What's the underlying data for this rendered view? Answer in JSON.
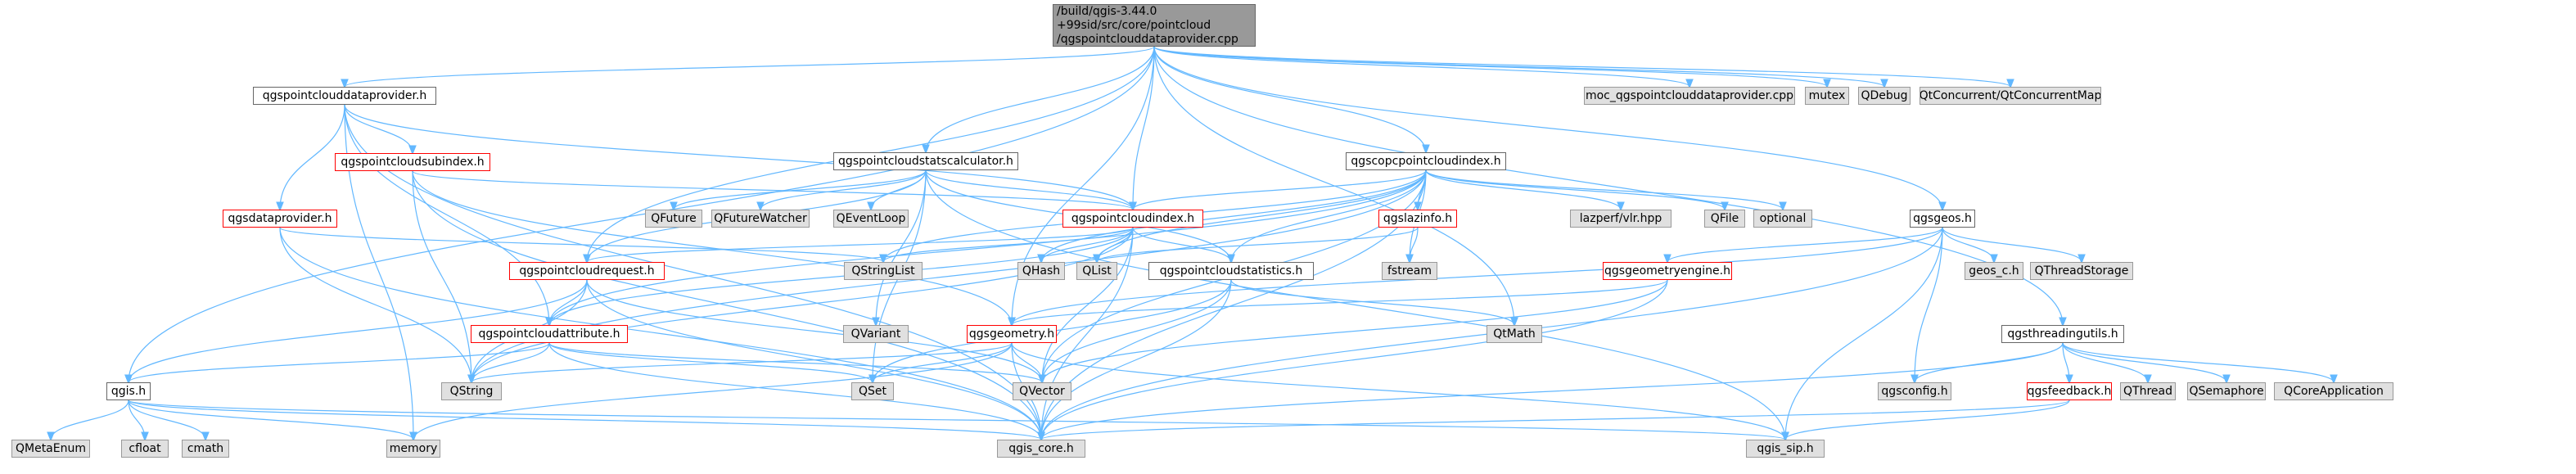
{
  "diagram": {
    "colors": {
      "edge": "#63b8ff",
      "root_fill": "#999999",
      "node_border": "#666666",
      "missing_border": "#ff0000",
      "external_fill": "#e0e0e0",
      "external_border": "#999999"
    },
    "nodes": [
      {
        "id": "root",
        "label": "/build/qgis-3.44.0\n+99sid/src/core/pointcloud\n/qgspointclouddataprovider.cpp",
        "kind": "root"
      },
      {
        "id": "pcdp",
        "label": "qgspointclouddataprovider.h",
        "kind": "std"
      },
      {
        "id": "pcsub",
        "label": "qgspointcloudsubindex.h",
        "kind": "red"
      },
      {
        "id": "dp",
        "label": "qgsdataprovider.h",
        "kind": "red"
      },
      {
        "id": "pcstatscalc",
        "label": "qgspointcloudstatscalculator.h",
        "kind": "std"
      },
      {
        "id": "copc",
        "label": "qgscopcpointcloudindex.h",
        "kind": "std"
      },
      {
        "id": "pcindex",
        "label": "qgspointcloudindex.h",
        "kind": "red"
      },
      {
        "id": "lazinfo",
        "label": "qgslazinfo.h",
        "kind": "red"
      },
      {
        "id": "pcrequest",
        "label": "qgspointcloudrequest.h",
        "kind": "red"
      },
      {
        "id": "pcstats",
        "label": "qgspointcloudstatistics.h",
        "kind": "std"
      },
      {
        "id": "pcattr",
        "label": "qgspointcloudattribute.h",
        "kind": "red"
      },
      {
        "id": "geometry",
        "label": "qgsgeometry.h",
        "kind": "red"
      },
      {
        "id": "qgis",
        "label": "qgis.h",
        "kind": "std"
      },
      {
        "id": "geos",
        "label": "qgsgeos.h",
        "kind": "std"
      },
      {
        "id": "geomengine",
        "label": "qgsgeometryengine.h",
        "kind": "red"
      },
      {
        "id": "threading",
        "label": "qgsthreadingutils.h",
        "kind": "std"
      },
      {
        "id": "feedback",
        "label": "qgsfeedback.h",
        "kind": "red"
      },
      {
        "id": "moc",
        "label": "moc_qgspointclouddataprovider.cpp",
        "kind": "ext"
      },
      {
        "id": "mutex",
        "label": "mutex",
        "kind": "ext"
      },
      {
        "id": "qdebug",
        "label": "QDebug",
        "kind": "ext"
      },
      {
        "id": "qtconc",
        "label": "QtConcurrent/QtConcurrentMap",
        "kind": "ext"
      },
      {
        "id": "qfuture",
        "label": "QFuture",
        "kind": "ext"
      },
      {
        "id": "qfuturewatcher",
        "label": "QFutureWatcher",
        "kind": "ext"
      },
      {
        "id": "qeventloop",
        "label": "QEventLoop",
        "kind": "ext"
      },
      {
        "id": "lazperf",
        "label": "lazperf/vlr.hpp",
        "kind": "ext"
      },
      {
        "id": "qfile",
        "label": "QFile",
        "kind": "ext"
      },
      {
        "id": "optional",
        "label": "optional",
        "kind": "ext"
      },
      {
        "id": "qstringlist",
        "label": "QStringList",
        "kind": "ext"
      },
      {
        "id": "qhash",
        "label": "QHash",
        "kind": "ext"
      },
      {
        "id": "qlist",
        "label": "QList",
        "kind": "ext"
      },
      {
        "id": "fstream",
        "label": "fstream",
        "kind": "ext"
      },
      {
        "id": "qvariant",
        "label": "QVariant",
        "kind": "ext"
      },
      {
        "id": "qtmath",
        "label": "QtMath",
        "kind": "ext"
      },
      {
        "id": "geosc",
        "label": "geos_c.h",
        "kind": "ext"
      },
      {
        "id": "qthreadstorage",
        "label": "QThreadStorage",
        "kind": "ext"
      },
      {
        "id": "qstring",
        "label": "QString",
        "kind": "ext"
      },
      {
        "id": "qset",
        "label": "QSet",
        "kind": "ext"
      },
      {
        "id": "qvector",
        "label": "QVector",
        "kind": "ext"
      },
      {
        "id": "qgsconfig",
        "label": "qgsconfig.h",
        "kind": "ext"
      },
      {
        "id": "qthread",
        "label": "QThread",
        "kind": "ext"
      },
      {
        "id": "qsemaphore",
        "label": "QSemaphore",
        "kind": "ext"
      },
      {
        "id": "qcoreapp",
        "label": "QCoreApplication",
        "kind": "ext"
      },
      {
        "id": "qmetaenum",
        "label": "QMetaEnum",
        "kind": "ext"
      },
      {
        "id": "cfloat",
        "label": "cfloat",
        "kind": "ext"
      },
      {
        "id": "cmath",
        "label": "cmath",
        "kind": "ext"
      },
      {
        "id": "memory",
        "label": "memory",
        "kind": "ext"
      },
      {
        "id": "qgiscore",
        "label": "qgis_core.h",
        "kind": "ext"
      },
      {
        "id": "qgissip",
        "label": "qgis_sip.h",
        "kind": "ext"
      }
    ],
    "edges": [
      [
        "root",
        "pcdp"
      ],
      [
        "root",
        "moc"
      ],
      [
        "root",
        "mutex"
      ],
      [
        "root",
        "qdebug"
      ],
      [
        "root",
        "qtconc"
      ],
      [
        "root",
        "pcstatscalc"
      ],
      [
        "root",
        "copc"
      ],
      [
        "root",
        "pcindex"
      ],
      [
        "root",
        "pcrequest"
      ],
      [
        "root",
        "geometry"
      ],
      [
        "root",
        "qgis"
      ],
      [
        "root",
        "geos"
      ],
      [
        "root",
        "threading"
      ],
      [
        "root",
        "qtmath"
      ],
      [
        "pcdp",
        "pcsub"
      ],
      [
        "pcdp",
        "dp"
      ],
      [
        "pcdp",
        "pcindex"
      ],
      [
        "pcdp",
        "pcattr"
      ],
      [
        "pcdp",
        "qgiscore"
      ],
      [
        "pcdp",
        "memory"
      ],
      [
        "pcsub",
        "pcindex"
      ],
      [
        "pcsub",
        "geometry"
      ],
      [
        "pcsub",
        "qstring"
      ],
      [
        "pcsub",
        "qgiscore"
      ],
      [
        "dp",
        "qstringlist"
      ],
      [
        "dp",
        "qstring"
      ],
      [
        "dp",
        "qgiscore"
      ],
      [
        "pcstatscalc",
        "pcindex"
      ],
      [
        "pcstatscalc",
        "pcrequest"
      ],
      [
        "pcstatscalc",
        "pcstats"
      ],
      [
        "pcstatscalc",
        "qfuture"
      ],
      [
        "pcstatscalc",
        "qfuturewatcher"
      ],
      [
        "pcstatscalc",
        "qeventloop"
      ],
      [
        "pcstatscalc",
        "qvariant"
      ],
      [
        "pcstatscalc",
        "qset"
      ],
      [
        "pcstatscalc",
        "qgissip"
      ],
      [
        "copc",
        "pcindex"
      ],
      [
        "copc",
        "lazinfo"
      ],
      [
        "copc",
        "pcstats"
      ],
      [
        "copc",
        "lazperf"
      ],
      [
        "copc",
        "qfile"
      ],
      [
        "copc",
        "optional"
      ],
      [
        "copc",
        "qstringlist"
      ],
      [
        "copc",
        "qhash"
      ],
      [
        "copc",
        "qlist"
      ],
      [
        "copc",
        "fstream"
      ],
      [
        "copc",
        "qvector"
      ],
      [
        "copc",
        "qstring"
      ],
      [
        "copc",
        "qgiscore"
      ],
      [
        "copc",
        "pcattr"
      ],
      [
        "pcindex",
        "pcrequest"
      ],
      [
        "pcindex",
        "pcstats"
      ],
      [
        "pcindex",
        "pcattr"
      ],
      [
        "pcindex",
        "qstringlist"
      ],
      [
        "pcindex",
        "qhash"
      ],
      [
        "pcindex",
        "qlist"
      ],
      [
        "pcindex",
        "qvector"
      ],
      [
        "pcindex",
        "qstring"
      ],
      [
        "pcindex",
        "qgiscore"
      ],
      [
        "lazinfo",
        "fstream"
      ],
      [
        "lazinfo",
        "qlist"
      ],
      [
        "pcrequest",
        "pcattr"
      ],
      [
        "pcrequest",
        "qgis"
      ],
      [
        "pcrequest",
        "qstring"
      ],
      [
        "pcrequest",
        "qvector"
      ],
      [
        "pcrequest",
        "qgiscore"
      ],
      [
        "pcstats",
        "qvector"
      ],
      [
        "pcstats",
        "qset"
      ],
      [
        "pcstats",
        "qtmath"
      ],
      [
        "pcstats",
        "qgiscore"
      ],
      [
        "pcattr",
        "qgis"
      ],
      [
        "pcattr",
        "qstring"
      ],
      [
        "pcattr",
        "qset"
      ],
      [
        "pcattr",
        "qvector"
      ],
      [
        "pcattr",
        "qgiscore"
      ],
      [
        "geometry",
        "qset"
      ],
      [
        "geometry",
        "qvector"
      ],
      [
        "geometry",
        "qstring"
      ],
      [
        "geometry",
        "memory"
      ],
      [
        "geometry",
        "qgiscore"
      ],
      [
        "geometry",
        "qgissip"
      ],
      [
        "qgis",
        "qmetaenum"
      ],
      [
        "qgis",
        "cfloat"
      ],
      [
        "qgis",
        "cmath"
      ],
      [
        "qgis",
        "memory"
      ],
      [
        "qgis",
        "qgiscore"
      ],
      [
        "qgis",
        "qgissip"
      ],
      [
        "geos",
        "geomengine"
      ],
      [
        "geos",
        "geosc"
      ],
      [
        "geos",
        "qthreadstorage"
      ],
      [
        "geos",
        "qgsconfig"
      ],
      [
        "geos",
        "qgiscore"
      ],
      [
        "geos",
        "qgissip"
      ],
      [
        "geos",
        "geometry"
      ],
      [
        "geomengine",
        "geometry"
      ],
      [
        "geomengine",
        "qvector"
      ],
      [
        "geomengine",
        "qgiscore"
      ],
      [
        "threading",
        "qgsconfig"
      ],
      [
        "threading",
        "feedback"
      ],
      [
        "threading",
        "qthread"
      ],
      [
        "threading",
        "qsemaphore"
      ],
      [
        "threading",
        "qcoreapp"
      ],
      [
        "threading",
        "qgiscore"
      ],
      [
        "feedback",
        "qgiscore"
      ],
      [
        "feedback",
        "qgissip"
      ]
    ]
  }
}
